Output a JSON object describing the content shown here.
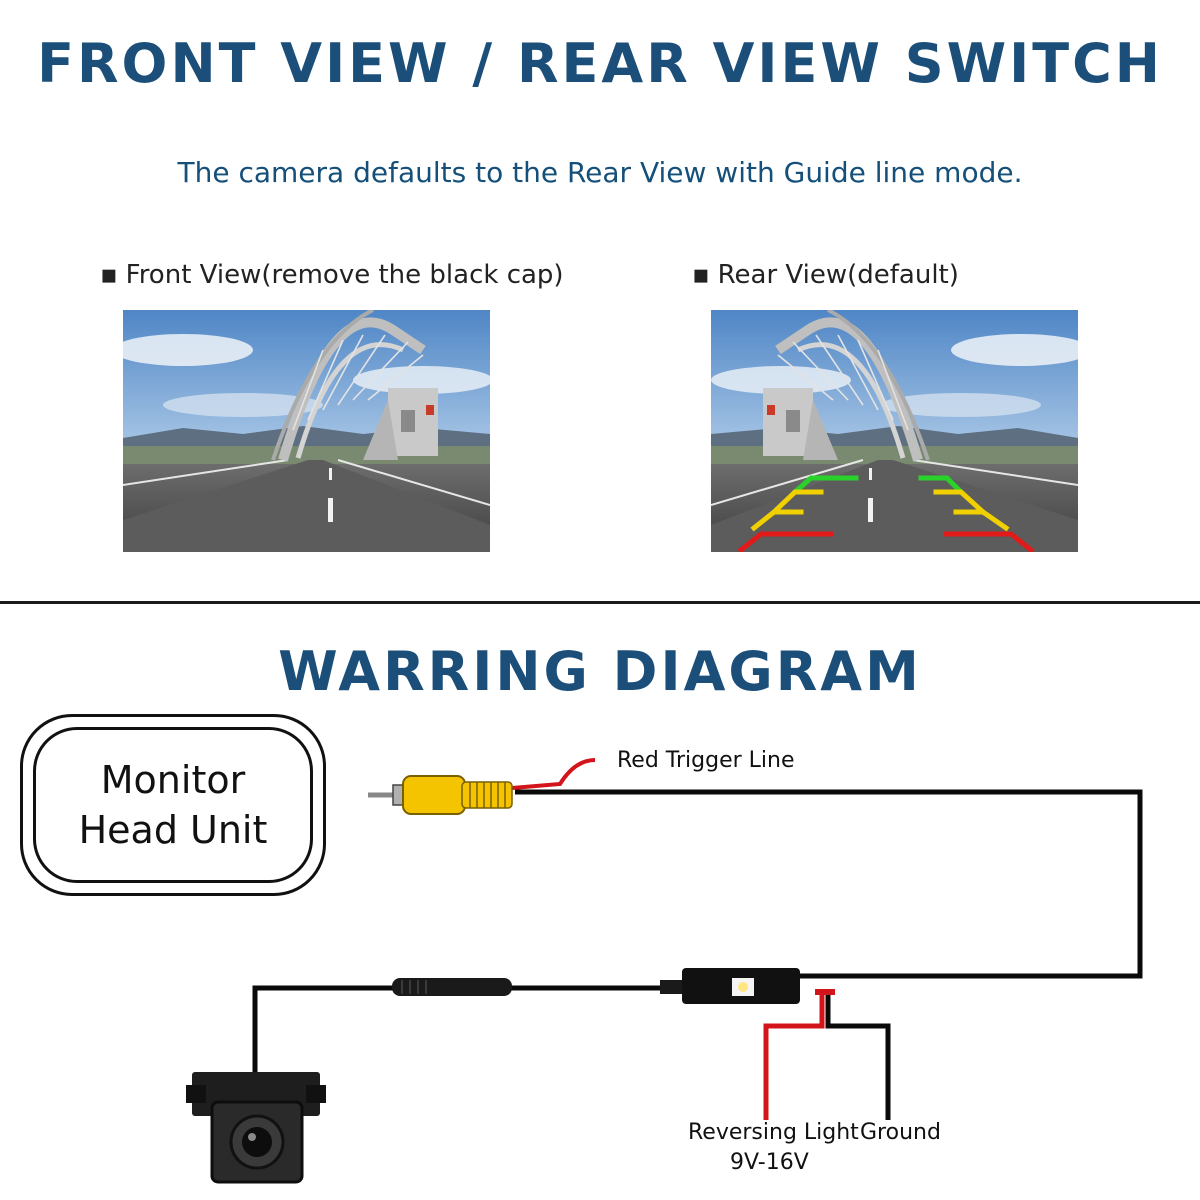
{
  "switch_section": {
    "title": "FRONT VIEW / REAR VIEW SWITCH",
    "subtitle": "The camera defaults to the Rear View with Guide line mode.",
    "front_caption": "Front View(remove the black cap)",
    "rear_caption": "Rear View(default)",
    "bullet": "▪"
  },
  "wiring_section": {
    "title": "WARRING DIAGRAM",
    "monitor_line1": "Monitor",
    "monitor_line2": "Head Unit",
    "red_trigger_label": "Red Trigger Line",
    "reversing_label": "Reversing Light",
    "voltage_label": "9V-16V",
    "ground_label": "Ground"
  },
  "colors": {
    "title_blue": "#1b4f7a",
    "guide_red": "#e11a1a",
    "guide_yellow": "#f0d000",
    "guide_green": "#2bd12b",
    "rca_yellow": "#f5c400",
    "wire_black": "#0a0a0a",
    "wire_red": "#d3141a"
  }
}
